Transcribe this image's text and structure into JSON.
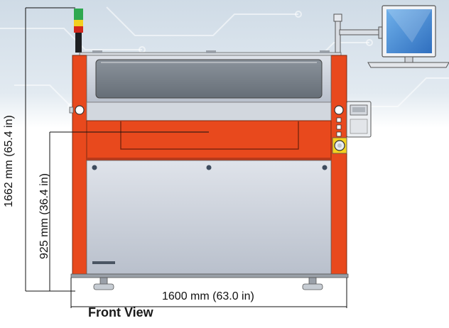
{
  "dimensions": {
    "overall_height": "1662 mm (65.4 in)",
    "table_height": "925 mm (36.4 in)",
    "width": "1600 mm (63.0 in)"
  },
  "caption": "Front View",
  "colors": {
    "frame_orange": "#e8491d",
    "panel_grey": "#c9cfd9",
    "window_dark": "#6f7780",
    "beacon_green": "#2fa84f",
    "beacon_yellow": "#f3d021",
    "beacon_red": "#d2281d",
    "monitor_screen": "#4a8fd6"
  },
  "icons": [
    "signal-tower-icon",
    "monitor-icon",
    "printer-icon",
    "emergency-stop-icon"
  ]
}
